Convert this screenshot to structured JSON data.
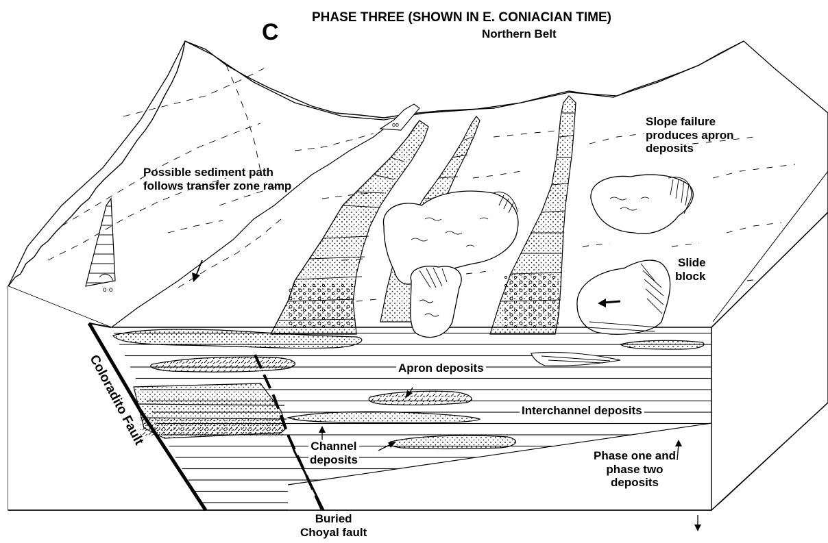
{
  "figure": {
    "panel_letter": "C",
    "title": "PHASE THREE (SHOWN IN E. CONIACIAN TIME)",
    "subtitle": "Northern Belt"
  },
  "labels": {
    "sediment_path": [
      "Possible sediment path",
      "follows transfer zone ramp"
    ],
    "slope_failure": [
      "Slope failure",
      "produces apron",
      "deposits"
    ],
    "slide_block": [
      "Slide",
      "block"
    ],
    "apron_deposits": "Apron deposits",
    "interchannel_deposits": "Interchannel deposits",
    "channel_deposits": [
      "Channel",
      "deposits"
    ],
    "phase_one_two": [
      "Phase one and",
      "phase two",
      "deposits"
    ],
    "coloradito_fault": "Coloradito Fault",
    "buried_choyal": [
      "Buried",
      "Choyal fault"
    ]
  }
}
